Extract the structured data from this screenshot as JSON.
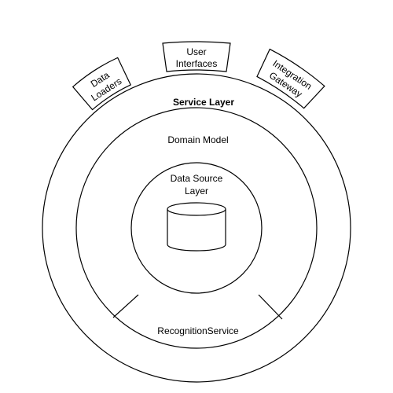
{
  "diagram": {
    "outer_ring": {
      "title": "Service Layer",
      "bottom_section": "RecognitionService"
    },
    "middle_ring": {
      "title": "Domain Model"
    },
    "inner_ring": {
      "title_line1": "Data Source",
      "title_line2": "Layer",
      "icon": "database-cylinder-icon"
    },
    "tabs": {
      "data_loaders": {
        "line1": "Data",
        "line2": "Loaders"
      },
      "user_interfaces": {
        "line1": "User",
        "line2": "Interfaces"
      },
      "integration_gateway": {
        "line1": "Integration",
        "line2": "Gateway"
      }
    }
  }
}
